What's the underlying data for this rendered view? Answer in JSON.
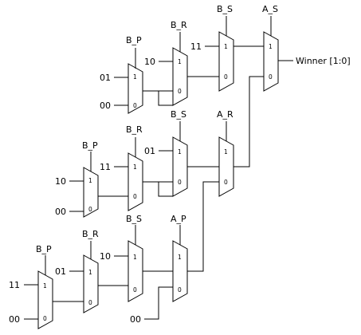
{
  "inputs": {
    "m1": {
      "in1": "01",
      "in0": "00",
      "sel": "B_P"
    },
    "m2": {
      "in1": "10",
      "sel": "B_R"
    },
    "m3": {
      "in1": "11",
      "sel": "B_S"
    },
    "m5": {
      "in1": "10",
      "in0": "00",
      "sel": "B_P"
    },
    "m6": {
      "in1": "11",
      "sel": "B_R"
    },
    "m7": {
      "in1": "01",
      "sel": "B_S"
    },
    "m8": {
      "sel": "A_R"
    },
    "m9": {
      "in1": "11",
      "in0": "00",
      "sel": "B_P"
    },
    "m10": {
      "in1": "01",
      "sel": "B_R"
    },
    "m11": {
      "in1": "10",
      "sel": "B_S"
    },
    "m12": {
      "in0": "00",
      "sel": "A_P"
    },
    "m4": {
      "sel": "A_S"
    }
  },
  "output": {
    "label": "Winner [1:0]"
  },
  "pin_labels": {
    "one": "1",
    "zero": "0"
  }
}
